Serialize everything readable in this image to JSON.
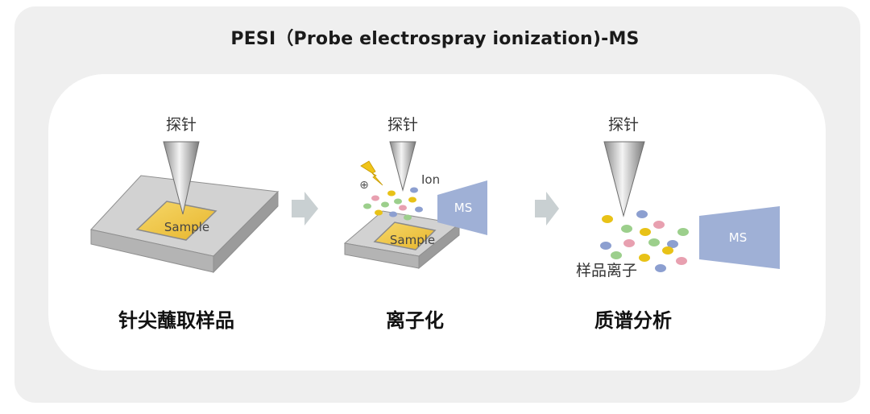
{
  "title": "PESI（Probe electrospray ionization)-MS",
  "steps": [
    {
      "probe_label": "探针",
      "sample_label": "Sample",
      "caption": "针尖蘸取样品"
    },
    {
      "probe_label": "探针",
      "sample_label": "Sample",
      "ion_label": "Ion",
      "ms_label": "MS",
      "plus_symbol": "⊕",
      "caption": "离子化"
    },
    {
      "probe_label": "探针",
      "ms_label": "MS",
      "ions_label": "样品离子",
      "caption": "质谱分析"
    }
  ],
  "colors": {
    "outer_bg": "#efefef",
    "panel_bg": "#ffffff",
    "plate_top": "#cfcfcf",
    "plate_side": "#a9a9a9",
    "sample_fill": "#f2c94c",
    "ms_fill": "#9fb0d6",
    "arrow": "#c7cfd1",
    "ion_yellow": "#e8c217",
    "ion_blue": "#8c9fd0",
    "ion_green": "#9ccf8c",
    "ion_pink": "#e8a0b0",
    "spark": "#f0c419"
  }
}
